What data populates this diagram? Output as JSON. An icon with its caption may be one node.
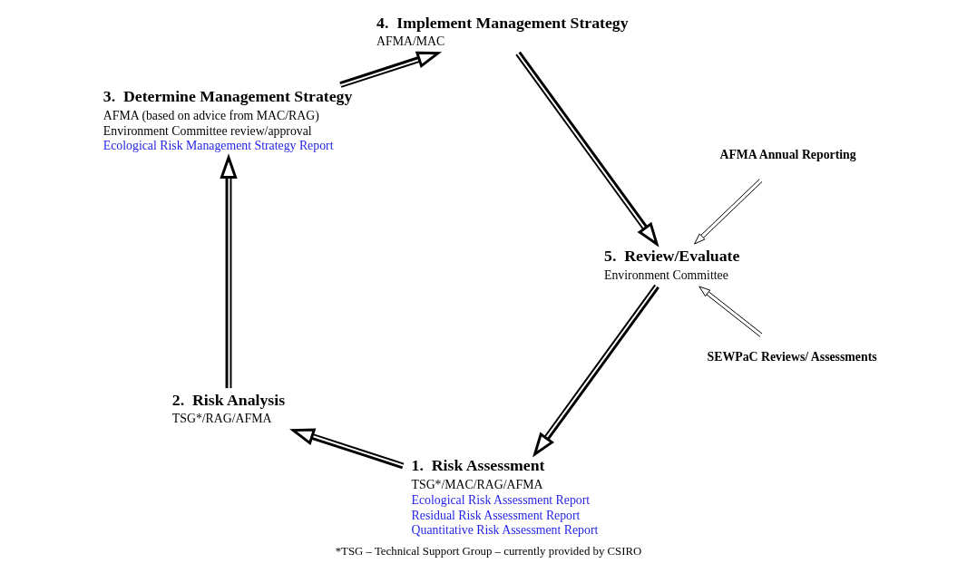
{
  "diagram": {
    "caption": "*TSG – Technical Support Group – currently provided by CSIRO",
    "nodes": [
      {
        "text": [
          "1.  Risk Assessment",
          "TSG*/MAC/RAG/AFMA",
          "Ecological Risk Assessment Report",
          "Residual Risk Assessment Report",
          "Quantitative Risk Assessment Report"
        ]
      },
      {
        "text": [
          "2.  Risk Analysis",
          "TSG*/RAG/AFMA"
        ]
      },
      {
        "text": [
          "3.  Determine Management Strategy",
          "AFMA (based on advice from MAC/RAG)",
          "Environment Committee review/approval",
          "Ecological Risk Management Strategy Report"
        ]
      },
      {
        "text": [
          "4.  Implement Management Strategy",
          "AFMA/MAC"
        ]
      },
      {
        "text": [
          "5.  Review/Evaluate",
          "Environment Committee"
        ]
      },
      {
        "text": [
          "SEWPaC Reviews/ Assessments"
        ]
      },
      {
        "text": [
          "AFMA Annual Reporting"
        ]
      }
    ],
    "edges": [
      {
        "from": 0,
        "to": 1,
        "arrow": "to"
      },
      {
        "from": 1,
        "to": 2,
        "arrow": "to"
      },
      {
        "from": 2,
        "to": 3,
        "arrow": "to"
      },
      {
        "from": 3,
        "to": 4,
        "arrow": "to"
      },
      {
        "from": 4,
        "to": 0,
        "arrow": "to"
      },
      {
        "from": 5,
        "to": 4,
        "arrow": "both"
      },
      {
        "from": 6,
        "to": 4,
        "arrow": "both"
      }
    ]
  }
}
